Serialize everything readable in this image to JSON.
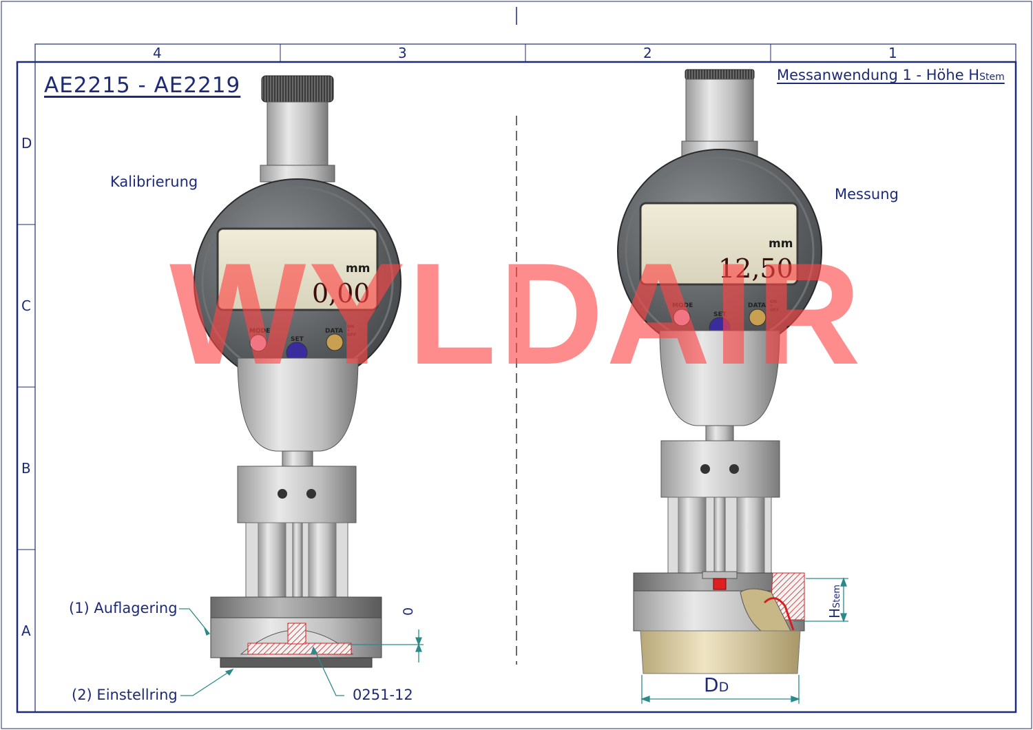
{
  "title": "AE2215 - AE2219",
  "subtitle": {
    "main": "Messanwendung 1 - Höhe H",
    "sub": "Stem"
  },
  "grid": {
    "columns": [
      "4",
      "3",
      "2",
      "1"
    ],
    "rows": [
      "D",
      "C",
      "B",
      "A"
    ]
  },
  "left_view": {
    "label": "Kalibrierung",
    "display_value": "0,00",
    "unit": "mm",
    "dimension": "0",
    "callouts": {
      "ring1": "(1)  Auflagering",
      "ring2": "(2)  Einstellring",
      "part": "0251-12"
    }
  },
  "right_view": {
    "label": "Messung",
    "display_value": "12,50",
    "unit": "mm",
    "dim_h": {
      "main": "H",
      "sub": "Stem"
    },
    "dim_d": {
      "main": "D",
      "sub": "D"
    }
  },
  "buttons": {
    "mode": "MODE",
    "set": "SET",
    "data": "DATA",
    "onoff": "ON\n•\nOFF"
  },
  "watermark": "WYLDAIR",
  "colors": {
    "frame": "#1c2a78",
    "watermark": "#ff4646",
    "lcd": "#e6e2cf",
    "metal": "#c9c9c9",
    "dial_body": "#5a5d60",
    "brass": "#d8c9a0",
    "hatch_red": "#d02020",
    "dim_line": "#2a8a8a"
  }
}
